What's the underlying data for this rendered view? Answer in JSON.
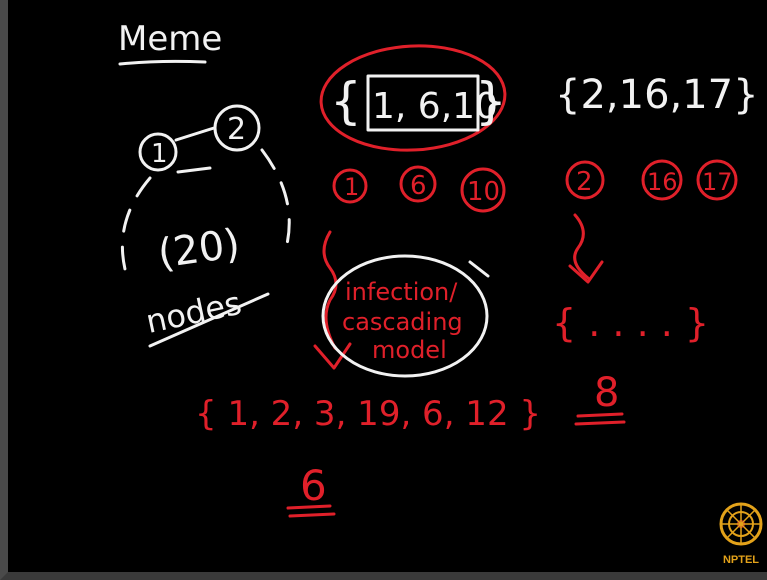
{
  "left": {
    "title": "Meme",
    "node_a": "1",
    "node_b": "2",
    "count": "(20)",
    "nodes_label": "nodes"
  },
  "top_set": {
    "open_brace": "{",
    "items": "1, 6,10",
    "close_brace": "}",
    "node1": "1",
    "node2": "6",
    "node3": "10"
  },
  "model": {
    "line1": "infection/",
    "line2": "cascading",
    "line3": "model"
  },
  "result_left": {
    "set": "{ 1, 2, 3, 19, 6, 12 }",
    "count": "6"
  },
  "right_set": {
    "set": "{2,16,17}",
    "node1": "2",
    "node2": "16",
    "node3": "17"
  },
  "result_right": {
    "set": "{ . . . . }",
    "count": "8"
  },
  "logo": {
    "text": "NPTEL",
    "color": "#e3a21a"
  },
  "colors": {
    "ink_white": "#f2f2f2",
    "ink_red": "#e0202a",
    "background": "#000000"
  }
}
